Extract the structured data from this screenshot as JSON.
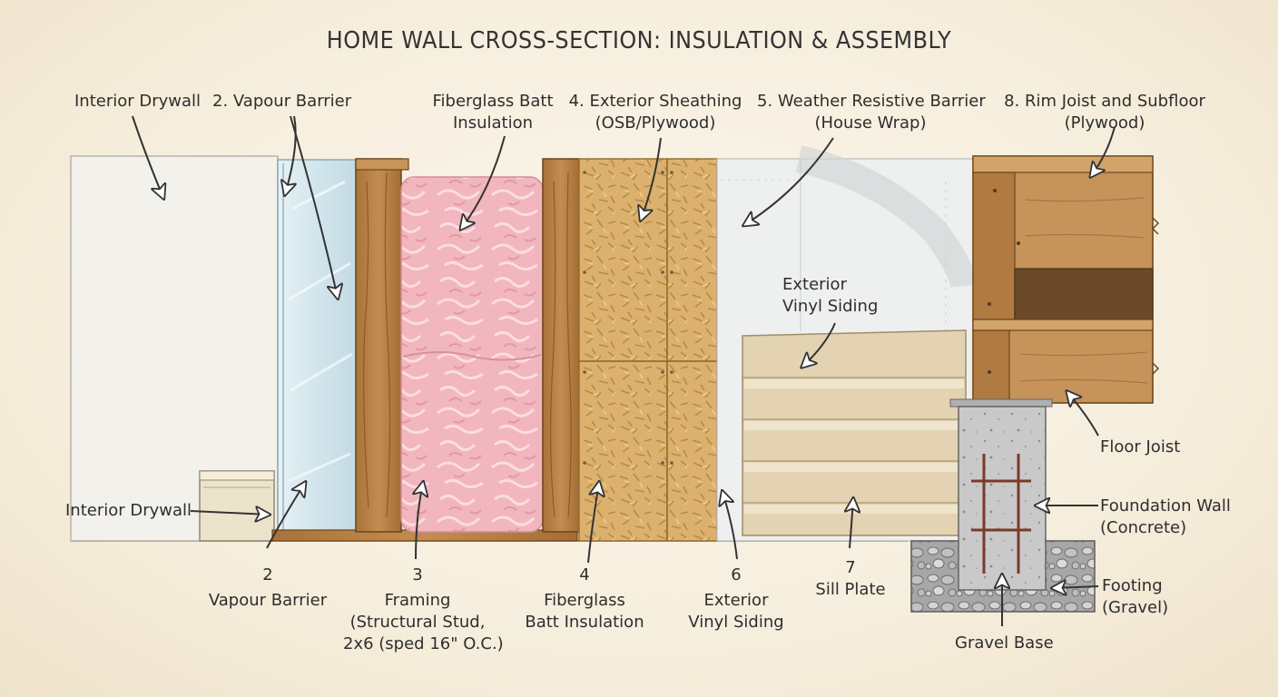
{
  "title": "HOME WALL CROSS-SECTION: INSULATION & ASSEMBLY",
  "top_labels": {
    "interior_drywall": "Interior Drywall",
    "vapour_barrier": "2. Vapour Barrier",
    "batt_insulation": [
      "Fiberglass Batt",
      "Insulation"
    ],
    "exterior_sheathing": [
      "4. Exterior Sheathing",
      "(OSB/Plywood)"
    ],
    "weather_barrier": [
      "5. Weather Resistive Barrier",
      "(House Wrap)"
    ],
    "rim_joist": [
      "8. Rim Joist and Subfloor",
      "(Plywood)"
    ],
    "vinyl_siding": [
      "Exterior",
      "Vinyl Siding"
    ]
  },
  "side_labels": {
    "interior_drywall": "Interior Drywall",
    "floor_joist": "Floor Joist",
    "foundation_wall": [
      "Foundation Wall",
      "(Concrete)"
    ],
    "footing": [
      "Footing",
      "(Gravel)"
    ],
    "gravel_base": "Gravel Base"
  },
  "bottom_labels": {
    "vapour_barrier": [
      "2",
      "Vapour Barrier"
    ],
    "framing": [
      "3",
      "Framing",
      "(Structural Stud,",
      "2x6 (sped 16\" O.C.)"
    ],
    "batt_insulation": [
      "4",
      "Fiberglass",
      "Batt Insulation"
    ],
    "vinyl_siding": [
      "6",
      "Exterior",
      "Vinyl Siding"
    ],
    "sill_plate": [
      "7",
      "Sill Plate"
    ]
  },
  "colors": {
    "background": "#f6eedd",
    "drywall": "#f3f1ec",
    "vapour_barrier": "#d7e7ee",
    "wood": "#b98348",
    "insulation": "#f2b9c0",
    "osb": "#dcb16e",
    "house_wrap": "#eef0f0",
    "siding": "#e3d3b2",
    "concrete": "#c9c9c9",
    "gravel": "#9c9c9c",
    "rebar": "#7a3a2c"
  }
}
